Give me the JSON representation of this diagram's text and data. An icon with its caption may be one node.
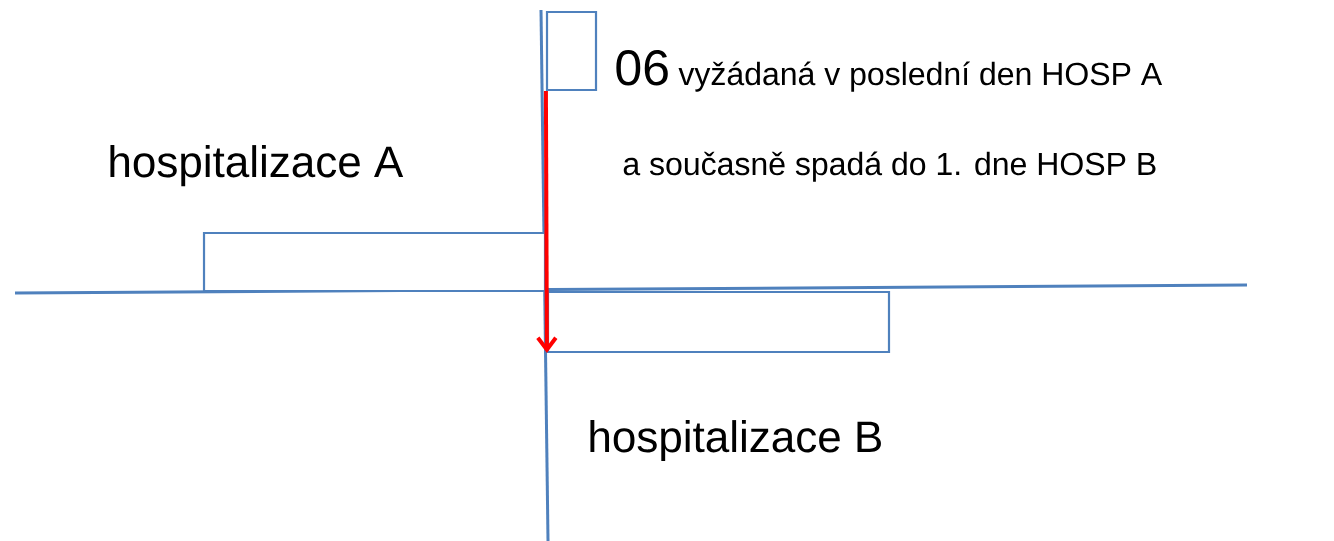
{
  "diagram": {
    "nodes": [
      {
        "text": [],
        "shape": "box",
        "beside": [
          "06",
          "vyžádaná v poslední den HOSP A",
          "a současně spadá do 1. dne HOSP B"
        ]
      },
      {
        "text": [],
        "shape": "box",
        "beside": [
          "hospitalizace A"
        ]
      },
      {
        "text": [],
        "shape": "box",
        "beside": [
          "hospitalizace B"
        ]
      }
    ],
    "edges": [
      {
        "from": 0,
        "to": 2,
        "arrow": "to",
        "color": "#ff0000"
      }
    ]
  }
}
